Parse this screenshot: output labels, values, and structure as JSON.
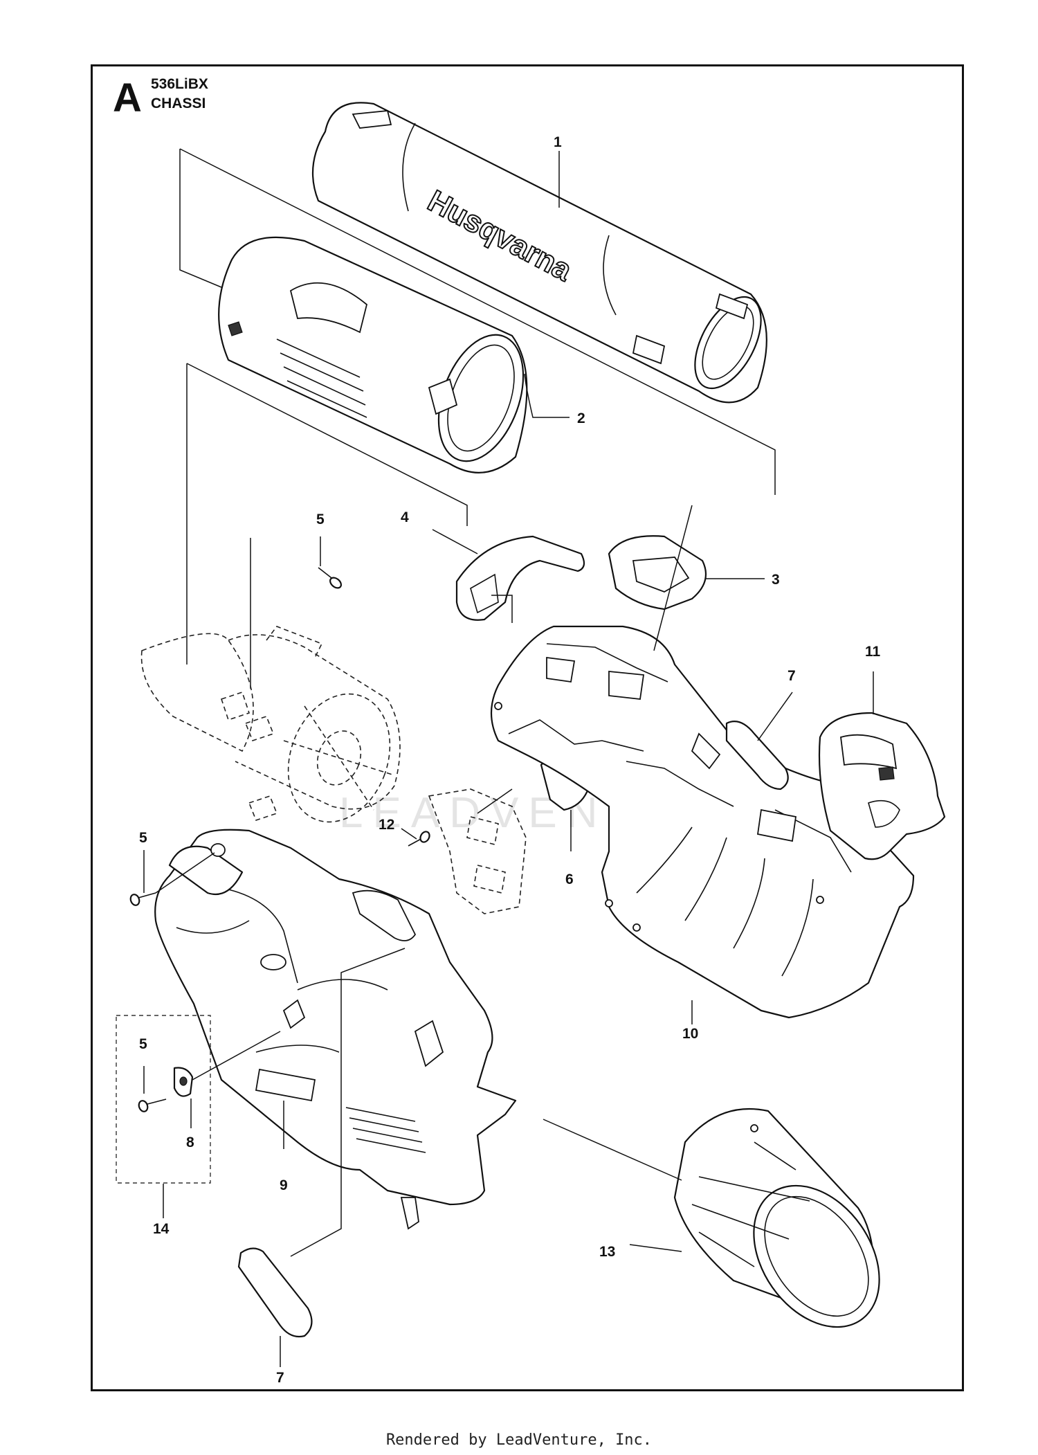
{
  "header": {
    "section_letter": "A",
    "model": "536LiBX",
    "section_name": "CHASSI"
  },
  "brand_mark": "Husqvarna",
  "watermark": "LEADVENTURE",
  "callouts": [
    {
      "id": "c1",
      "label": "1"
    },
    {
      "id": "c2",
      "label": "2"
    },
    {
      "id": "c3",
      "label": "3"
    },
    {
      "id": "c4",
      "label": "4"
    },
    {
      "id": "c5a",
      "label": "5"
    },
    {
      "id": "c5b",
      "label": "5"
    },
    {
      "id": "c5c",
      "label": "5"
    },
    {
      "id": "c6",
      "label": "6"
    },
    {
      "id": "c7a",
      "label": "7"
    },
    {
      "id": "c7b",
      "label": "7"
    },
    {
      "id": "c8",
      "label": "8"
    },
    {
      "id": "c9",
      "label": "9"
    },
    {
      "id": "c10",
      "label": "10"
    },
    {
      "id": "c11",
      "label": "11"
    },
    {
      "id": "c12",
      "label": "12"
    },
    {
      "id": "c13",
      "label": "13"
    },
    {
      "id": "c14",
      "label": "14"
    }
  ],
  "footer": "Rendered by LeadVenture, Inc."
}
